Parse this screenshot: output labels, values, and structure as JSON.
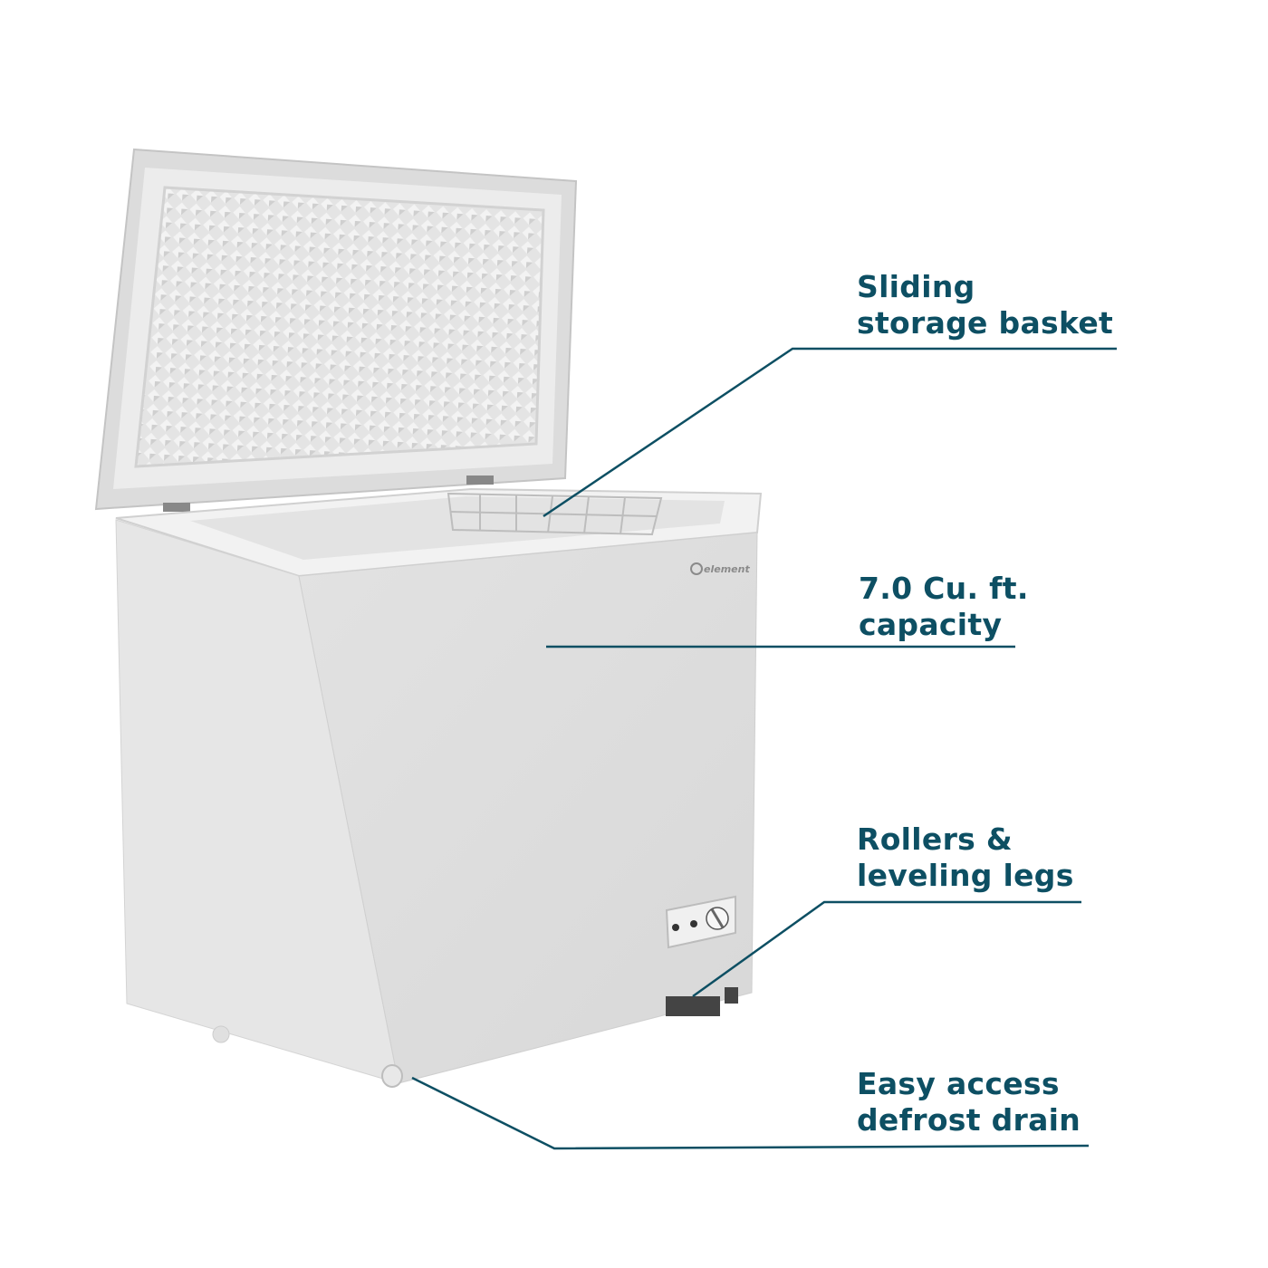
{
  "brand_logo": "element",
  "accent_color": "#0d4f63",
  "callouts": [
    {
      "lines": [
        "Sliding",
        "storage basket"
      ]
    },
    {
      "lines": [
        "7.0 Cu. ft.",
        "capacity"
      ]
    },
    {
      "lines": [
        "Rollers &",
        "leveling legs"
      ]
    },
    {
      "lines": [
        "Easy access",
        "defrost drain"
      ]
    }
  ]
}
